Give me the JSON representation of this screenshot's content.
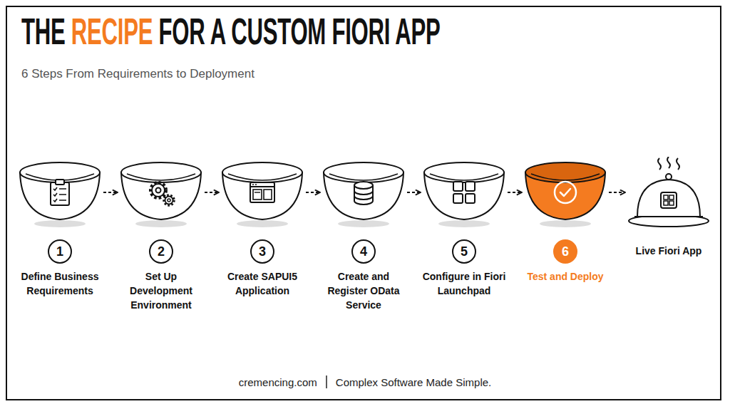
{
  "diagram": {
    "title": "THE RECIPE FOR A CUSTOM FIORI APP",
    "caption": "6 Steps From Requirements to Deployment",
    "nodes": [
      {
        "text": [
          "1",
          "Define Business Requirements"
        ]
      },
      {
        "text": [
          "2",
          "Set Up Development Environment"
        ]
      },
      {
        "text": [
          "3",
          "Create SAPUI5 Application"
        ]
      },
      {
        "text": [
          "4",
          "Create and Register OData Service"
        ]
      },
      {
        "text": [
          "5",
          "Configure in Fiori Launchpad"
        ]
      },
      {
        "text": [
          "6",
          "Test and Deploy"
        ]
      },
      {
        "text": [
          "Live Fiori App"
        ]
      }
    ],
    "edges": [
      {
        "from": 0,
        "to": 1,
        "arrow": "to"
      },
      {
        "from": 1,
        "to": 2,
        "arrow": "to"
      },
      {
        "from": 2,
        "to": 3,
        "arrow": "to"
      },
      {
        "from": 3,
        "to": 4,
        "arrow": "to"
      },
      {
        "from": 4,
        "to": 5,
        "arrow": "to"
      },
      {
        "from": 5,
        "to": 6,
        "arrow": "to"
      }
    ],
    "labels": [
      "cremencing.com",
      "Complex Software Made Simple."
    ]
  }
}
